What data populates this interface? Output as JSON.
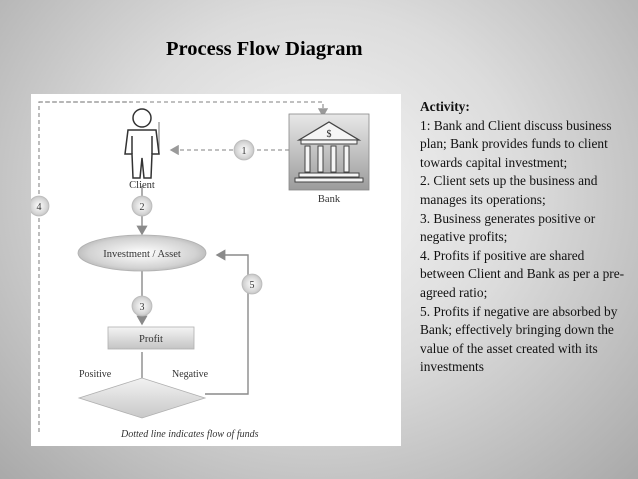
{
  "slide": {
    "title": "Process Flow Diagram"
  },
  "diagram": {
    "client_label": "Client",
    "bank_label": "Bank",
    "bank_symbol": "$",
    "investment_label": "Investment / Asset",
    "profit_label": "Profit",
    "positive_label": "Positive",
    "negative_label": "Negative",
    "step_numbers": [
      "1",
      "2",
      "3",
      "4",
      "5"
    ],
    "footnote": "Dotted line indicates flow of funds"
  },
  "activity": {
    "title": "Activity:",
    "items": [
      "1: Bank and Client discuss business plan; Bank provides funds to client towards capital investment;",
      "2. Client sets up the business and manages its operations;",
      "3. Business generates positive or negative profits;",
      "4. Profits if positive are shared between Client and Bank as per a pre-agreed ratio;",
      "5. Profits if negative are absorbed by Bank; effectively bringing down the value of the asset created with its investments"
    ]
  }
}
